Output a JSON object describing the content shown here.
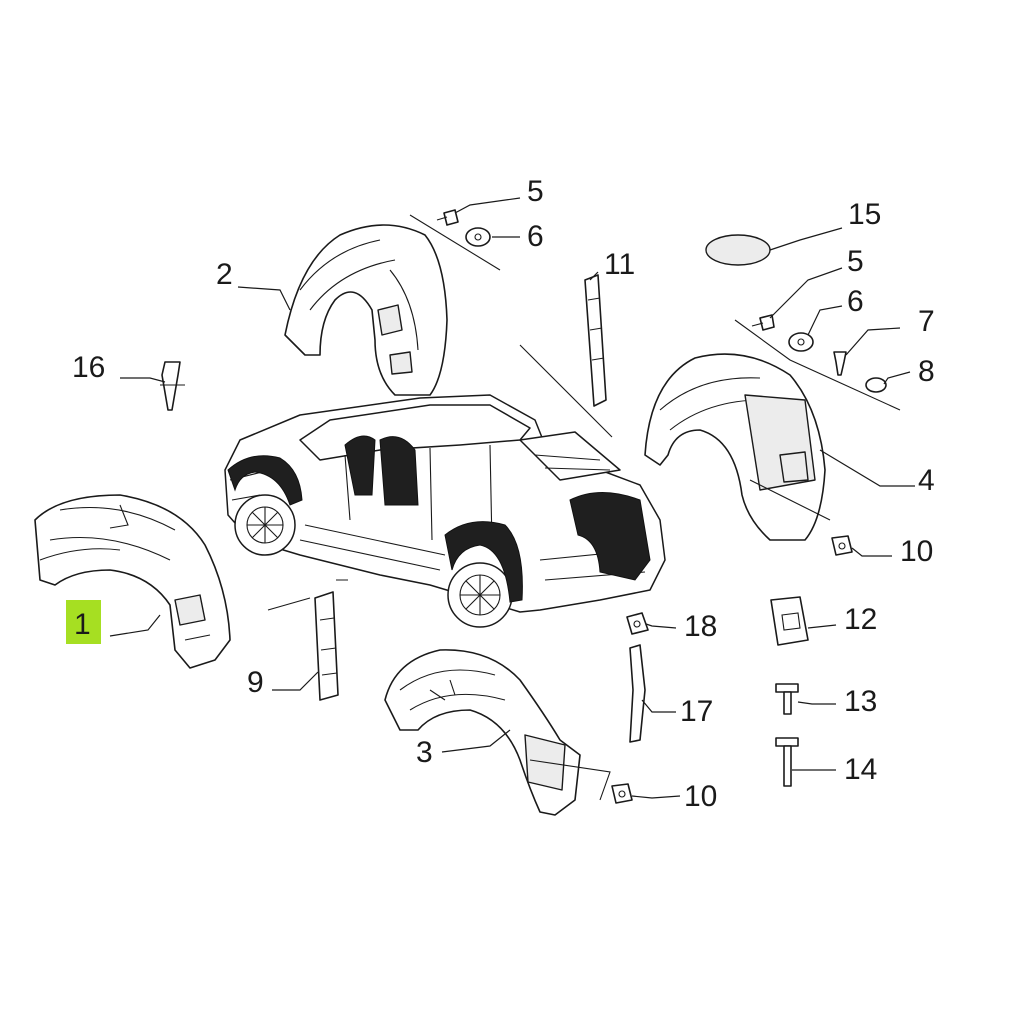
{
  "callouts": {
    "c1": "1",
    "c2": "2",
    "c3": "3",
    "c4": "4",
    "c5a": "5",
    "c5b": "5",
    "c6a": "6",
    "c6b": "6",
    "c7": "7",
    "c8": "8",
    "c9": "9",
    "c10a": "10",
    "c10b": "10",
    "c11": "11",
    "c12": "12",
    "c13": "13",
    "c14": "14",
    "c15": "15",
    "c16": "16",
    "c17": "17",
    "c18": "18"
  },
  "colors": {
    "highlight": "#a6df22",
    "line": "#1a1a1a",
    "background": "#ffffff"
  }
}
